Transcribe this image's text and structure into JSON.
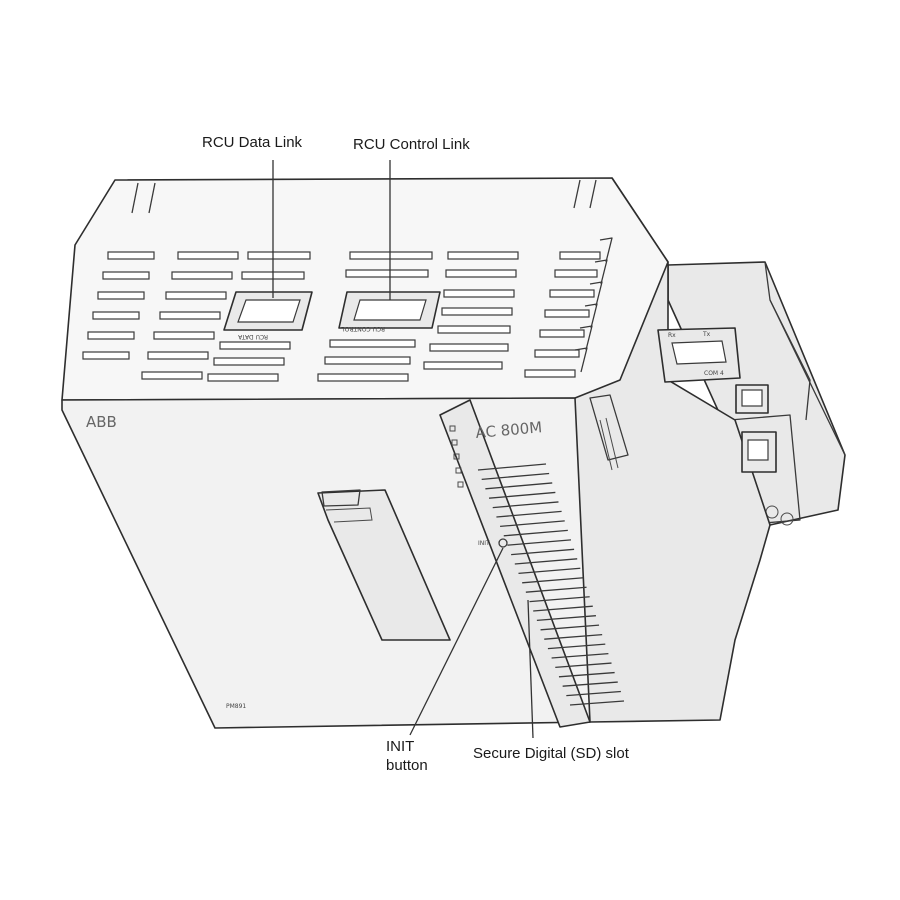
{
  "labels": {
    "rcu_data_link": "RCU Data Link",
    "rcu_control_link": "RCU Control Link",
    "init_button_line1": "INIT",
    "init_button_line2": "button",
    "sd_slot": "Secure Digital (SD) slot"
  },
  "device_markings": {
    "model": "AC 800M",
    "brand": "ABB",
    "rcu_data_port": "RCU DATA",
    "rcu_control_port": "RCU CONTROL",
    "com_port": "COM 4",
    "rx": "Rx",
    "tx": "Tx",
    "init": "INIT",
    "bottom_label": "PM891"
  },
  "colors": {
    "line": "#2e2e2e",
    "text": "#1a1a1a"
  }
}
